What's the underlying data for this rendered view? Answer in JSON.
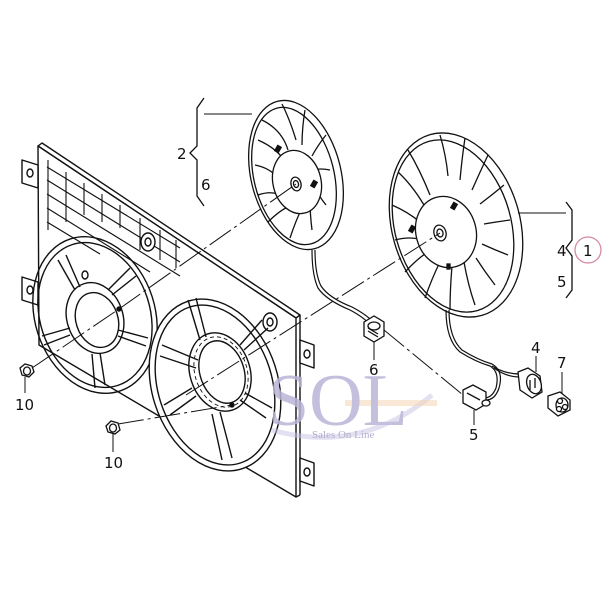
{
  "diagram": {
    "type": "exploded-parts-diagram",
    "subject": "radiator cooling fan assembly",
    "line_color": "#111111",
    "background": "#ffffff",
    "callouts": [
      {
        "id": "c2",
        "label": "2",
        "part": "small fan with motor (group)"
      },
      {
        "id": "c6a",
        "label": "6",
        "part": "in group 2"
      },
      {
        "id": "c1",
        "label": "1",
        "part": "large fan with motor (group, circled)"
      },
      {
        "id": "c4a",
        "label": "4",
        "part": "in group 1"
      },
      {
        "id": "c5a",
        "label": "5",
        "part": "in group 1"
      },
      {
        "id": "c6b",
        "label": "6",
        "part": "connector on small fan lead"
      },
      {
        "id": "c5b",
        "label": "5",
        "part": "connector on large fan lead"
      },
      {
        "id": "c4b",
        "label": "4",
        "part": "plug connector"
      },
      {
        "id": "c7",
        "label": "7",
        "part": "mating plug"
      },
      {
        "id": "c10a",
        "label": "10",
        "part": "nut (left)"
      },
      {
        "id": "c10b",
        "label": "10",
        "part": "nut (lower)"
      }
    ],
    "highlight": {
      "target": "1",
      "color": "#d98aa0"
    }
  },
  "watermark": {
    "text_main": "SOL",
    "text_sub": "Sales On Line",
    "color": "#b9b4d6",
    "accent": "#f3c9a0"
  }
}
